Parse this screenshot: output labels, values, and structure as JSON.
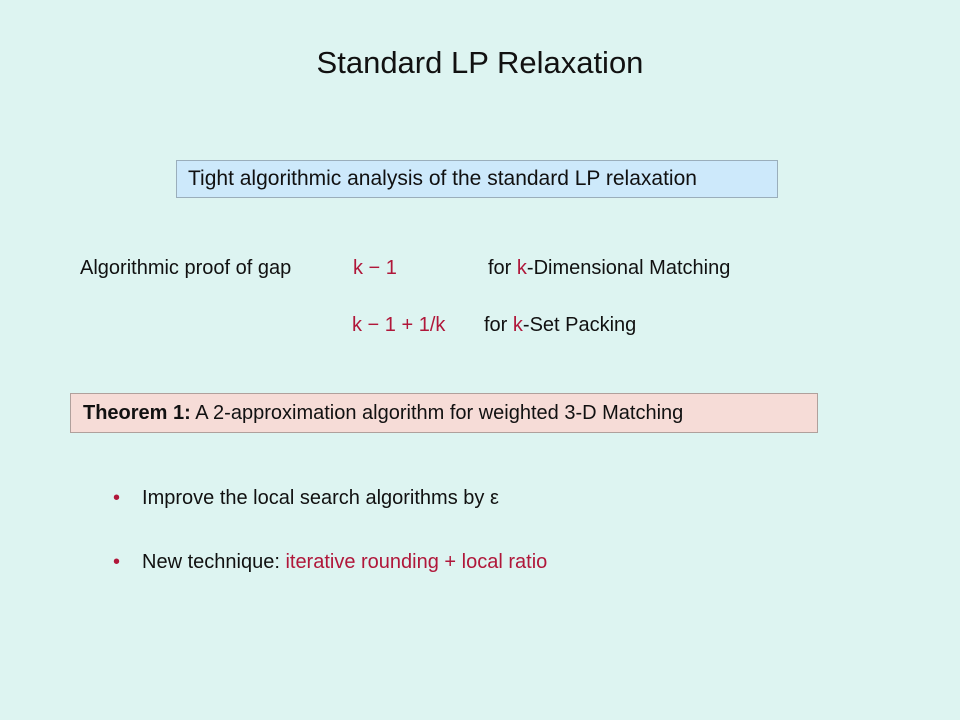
{
  "slide": {
    "title": "Standard LP Relaxation",
    "summary_box": "Tight algorithmic analysis of the standard LP relaxation",
    "gap_results": {
      "intro": "Algorithmic proof of gap",
      "row1": {
        "value": "k − 1",
        "prefix": "for ",
        "var": "k",
        "problem": "-Dimensional Matching"
      },
      "row2": {
        "value": "k − 1 + 1/k",
        "prefix": "for ",
        "var": "k",
        "problem": "-Set Packing"
      }
    },
    "theorem": {
      "label": "Theorem 1:",
      "text": " A 2-approximation algorithm for weighted 3-D Matching"
    },
    "bullets": [
      {
        "marker": "•",
        "text": "Improve the local search algorithms by ε",
        "highlight": ""
      },
      {
        "marker": "•",
        "text": "New technique: ",
        "highlight": "iterative rounding + local ratio"
      }
    ],
    "colors": {
      "background": "#ddf4f1",
      "accent_red": "#b0173a",
      "summary_box_fill": "#cde9fb",
      "theorem_box_fill": "#f6dcd7"
    }
  }
}
